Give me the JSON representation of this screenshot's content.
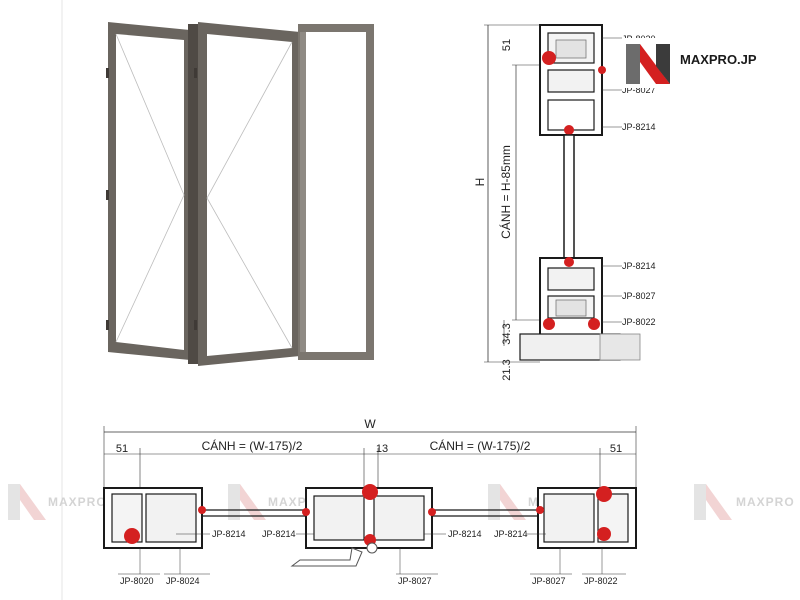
{
  "brand": {
    "logo_text": "MAXPRO.JP",
    "watermark_text": "MAXPRO",
    "accent_red": "#d42020",
    "frame_color": "#5f5a55"
  },
  "vertical_section": {
    "h_label": "H",
    "sash_label": "CÁNH = H-85mm",
    "dim_top": "51",
    "dim_bottom_1": "34.3",
    "dim_bottom_2": "21.3",
    "codes": {
      "top_1": "JP-8020",
      "top_2": "JP-8027",
      "top_3": "JP-8214",
      "bot_1": "JP-8214",
      "bot_2": "JP-8027",
      "bot_3": "JP-8022"
    }
  },
  "horizontal_section": {
    "w_label": "W",
    "dim_left": "51",
    "dim_mid": "13",
    "dim_right": "51",
    "sash_left": "CÁNH = (W-175)/2",
    "sash_right": "CÁNH = (W-175)/2",
    "codes": {
      "c1": "JP-8214",
      "c2": "JP-8214",
      "c3": "JP-8214",
      "c4": "JP-8214",
      "b1": "JP-8020",
      "b2": "JP-8024",
      "b3": "JP-8027",
      "b4": "JP-8027",
      "b5": "JP-8022"
    }
  }
}
